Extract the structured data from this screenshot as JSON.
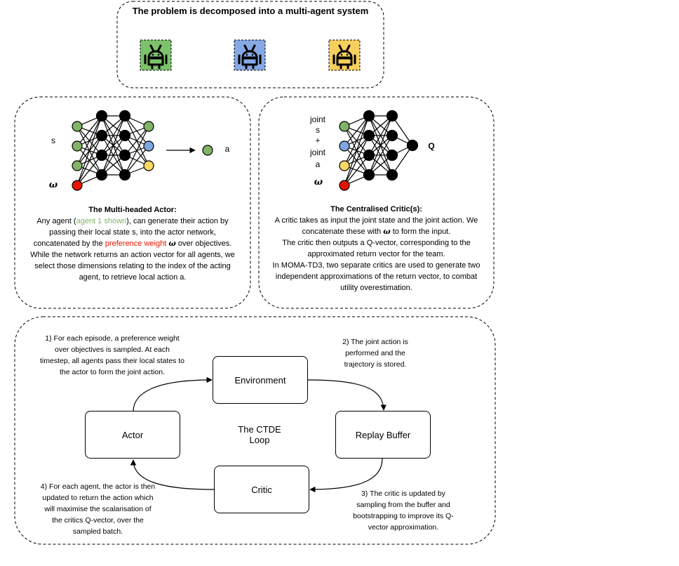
{
  "colors": {
    "green": "#82b366",
    "green_text": "#82b366",
    "blue": "#7ea6e0",
    "yellow": "#ffd966",
    "red": "#e51400",
    "red_text": "#e51400",
    "agent_green": "#7dc26b",
    "agent_blue": "#86a9e5",
    "agent_yellow": "#f7cf5e"
  },
  "icons": [
    "robot-icon",
    "robot-icon",
    "robot-icon"
  ],
  "top_panel": {
    "title": "The problem is decomposed into a multi-agent system"
  },
  "actor_panel": {
    "input_s": "s",
    "input_omega": "ω",
    "output_a": "a",
    "heading": "The Multi-headed Actor:",
    "line1_pre": "Any agent (",
    "line1_green": "agent 1 shown",
    "line1_post": "), can generate their action by",
    "line2": "passing their local state s, into the actor network,",
    "line3_pre": "concatenated by the ",
    "line3_red": "preference weight",
    "line3_omega": "ω",
    "line3_post": " over objectives.",
    "line4": "While the network returns an action vector for all agents, we",
    "line5": "select those dimensions relating to the index of the acting",
    "line6": "agent, to retrieve local action a."
  },
  "critic_panel": {
    "in_joint1": "joint",
    "in_s": "s",
    "in_plus": "+",
    "in_joint2": "joint",
    "in_a": "a",
    "in_omega": "ω",
    "output_q": "Q",
    "heading": "The Centralised Critic(s):",
    "line1": "A critic takes as input the joint state and the joint action. We",
    "line2_pre": "concatenate these with ",
    "line2_omega": "ω",
    "line2_post": " to form the input.",
    "line3": "The critic then outputs a Q-vector, corresponding to the",
    "line4": "approximated return vector for the team.",
    "line5": "In MOMA-TD3, two separate critics are used to generate two",
    "line6": "independent approximations of the return vector, to combat",
    "line7": "utility overestimation."
  },
  "loop_panel": {
    "center": [
      "The CTDE",
      "Loop"
    ],
    "environment": "Environment",
    "replay_buffer": "Replay Buffer",
    "critic": "Critic",
    "actor": "Actor",
    "step1": [
      "1) For each episode, a preference weight",
      "over objectives is sampled. At each",
      "timestep, all agents pass their local states to",
      "the actor to form the joint action."
    ],
    "step2": [
      "2) The joint action  is",
      "performed and the",
      "trajectory is stored."
    ],
    "step3": [
      "3) The critic is updated by",
      "sampling from the buffer and",
      "bootstrapping to improve its Q-",
      "vector approximation."
    ],
    "step4": [
      "4) For each agent, the actor is then",
      "updated to return the action which",
      "will maximise the scalarisation of",
      "the critics Q-vector, over the",
      "sampled batch."
    ]
  }
}
